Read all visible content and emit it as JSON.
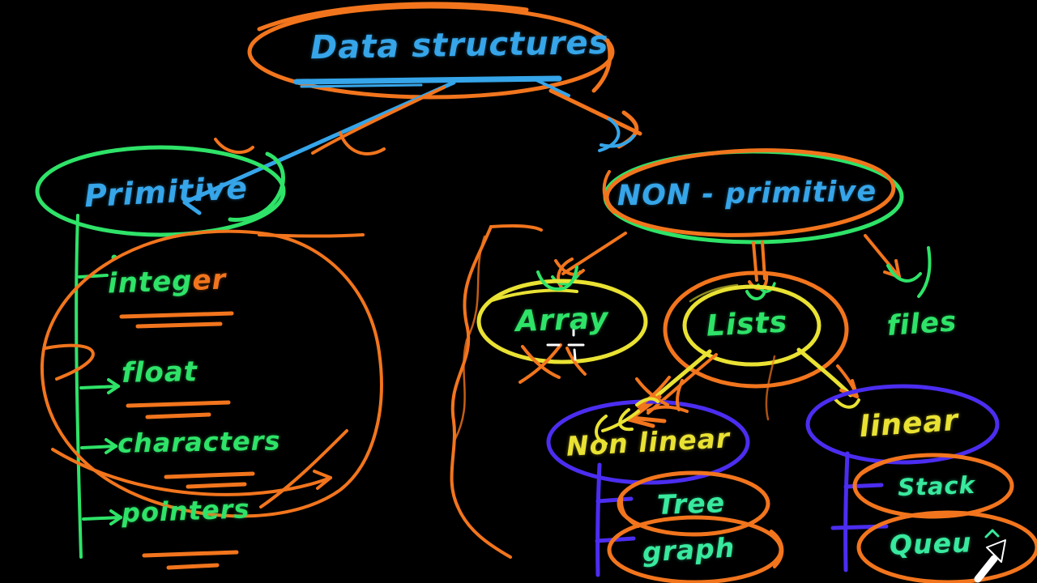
{
  "canvas": {
    "background": "#000000",
    "kind_visible": "hand-drawn blackboard diagram"
  },
  "colors": {
    "ink_orange": "#f2751d",
    "text_blue": "#36a5e9",
    "ink_green": "#2ee368",
    "text_mint": "#38e99e",
    "ink_yellow": "#e9e233",
    "ink_violet": "#4b2df0",
    "cursor_white": "#ffffff"
  },
  "icons": {
    "cursor": "mouse-arrow-cursor",
    "crosshair": "drawing-crosshair"
  },
  "nodes": {
    "root": {
      "label": "Data structures",
      "text_color": "#36a5e9",
      "outline_color": "#f2751d"
    },
    "primitive": {
      "label": "Primitive",
      "text_color": "#36a5e9",
      "outline_color": "#2ee368"
    },
    "primitive_items": [
      {
        "label": "integer",
        "main": "integ",
        "tail": "er",
        "text_color": "#2ee368",
        "tail_color": "#f2751d"
      },
      {
        "label": "float",
        "text_color": "#2ee368"
      },
      {
        "label": "characters",
        "text_color": "#2ee368"
      },
      {
        "label": "pointers",
        "text_color": "#2ee368"
      }
    ],
    "non_primitive": {
      "label": "NON - primitive",
      "text_color": "#36a5e9",
      "outline_color": "#2ee368 + #f2751d"
    },
    "array": {
      "label": "Array",
      "text_color": "#2ee368",
      "outline_color": "#e9e233"
    },
    "lists": {
      "label": "Lists",
      "text_color": "#2ee368",
      "outline_color": "#e9e233 + #f2751d"
    },
    "files": {
      "label": "files",
      "text_color": "#2ee368"
    },
    "non_linear": {
      "label": "Non linear",
      "text_color": "#e9e233",
      "outline_color": "#4b2df0"
    },
    "linear": {
      "label": "linear",
      "text_color": "#e9e233",
      "outline_color": "#4b2df0"
    },
    "tree": {
      "label": "Tree",
      "text_color": "#38e99e",
      "outline_color": "#f2751d"
    },
    "graph": {
      "label": "graph",
      "text_color": "#38e99e",
      "outline_color": "#f2751d"
    },
    "stack": {
      "label": "Stack",
      "text_color": "#38e99e",
      "outline_color": "#f2751d"
    },
    "queue": {
      "label": "Queu",
      "text_color": "#38e99e",
      "outline_color": "#f2751d"
    }
  },
  "edges": [
    {
      "from": "Data structures",
      "to": "Primitive"
    },
    {
      "from": "Data structures",
      "to": "NON - primitive"
    },
    {
      "from": "Primitive",
      "to": "integer"
    },
    {
      "from": "Primitive",
      "to": "float"
    },
    {
      "from": "Primitive",
      "to": "characters"
    },
    {
      "from": "Primitive",
      "to": "pointers"
    },
    {
      "from": "NON - primitive",
      "to": "Array"
    },
    {
      "from": "NON - primitive",
      "to": "Lists"
    },
    {
      "from": "NON - primitive",
      "to": "files"
    },
    {
      "from": "Lists",
      "to": "Non linear"
    },
    {
      "from": "Lists",
      "to": "linear"
    },
    {
      "from": "Non linear",
      "to": "Tree"
    },
    {
      "from": "Non linear",
      "to": "graph"
    },
    {
      "from": "linear",
      "to": "Stack"
    },
    {
      "from": "linear",
      "to": "Queu"
    }
  ]
}
